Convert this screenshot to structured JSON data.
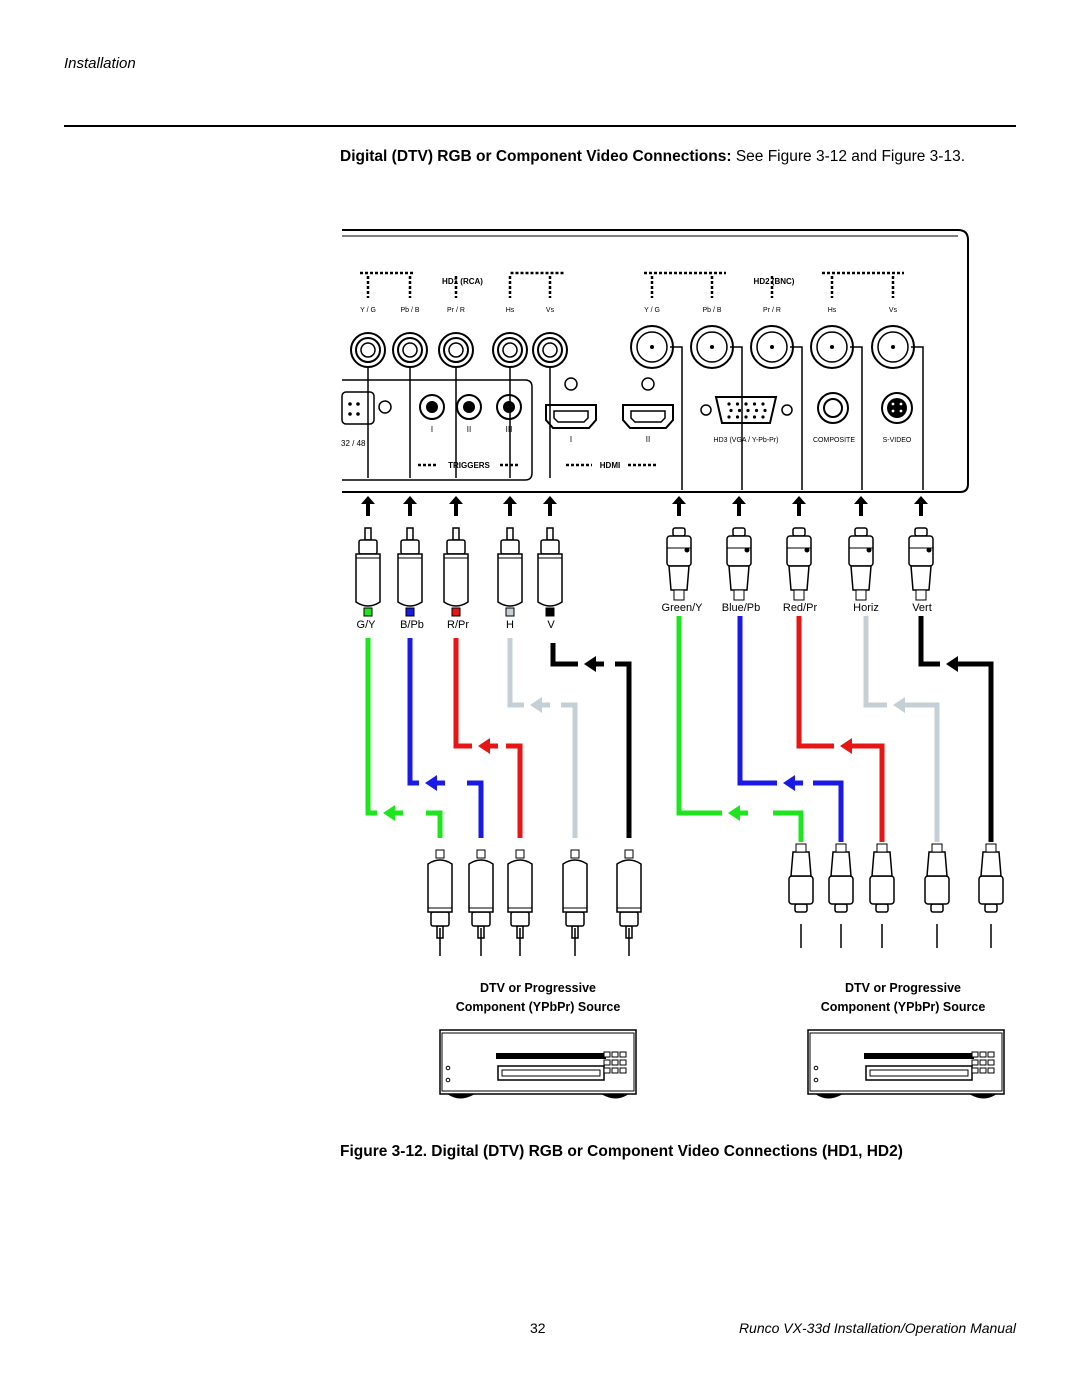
{
  "header": {
    "section": "Installation"
  },
  "intro": {
    "bold": "Digital (DTV) RGB or Component Video Connections:",
    "rest": " See Figure 3-12 and Figure 3-13."
  },
  "panel": {
    "hd1_label": "HD1 (RCA)",
    "hd2_label": "HD2 (BNC)",
    "hd1_ports": [
      "Y / G",
      "Pb / B",
      "Pr / R",
      "Hs",
      "Vs"
    ],
    "hd2_ports": [
      "Y / G",
      "Pb / B",
      "Pr / R",
      "Hs",
      "Vs"
    ],
    "triggers_label": "TRIGGERS",
    "hdmi_label": "HDMI",
    "trigger_marks": [
      "I",
      "II",
      "III"
    ],
    "hdmi_marks": [
      "I",
      "II"
    ],
    "hd3_label": "HD3 (VGA / Y-Pb-Pr)",
    "composite_label": "COMPOSITE",
    "svideo_label": "S-VIDEO",
    "cut_label": "32 / 48"
  },
  "cables": {
    "rca_labels": [
      "G/Y",
      "B/Pb",
      "R/Pr",
      "H",
      "V"
    ],
    "bnc_labels": [
      "Green/Y",
      "Blue/Pb",
      "Red/Pr",
      "Horiz",
      "Vert"
    ]
  },
  "sources": {
    "left_line1": "DTV or Progressive",
    "left_line2": "Component (YPbPr) Source",
    "right_line1": "DTV or Progressive",
    "right_line2": "Component (YPbPr) Source"
  },
  "caption": "Figure 3-12. Digital (DTV) RGB or Component Video Connections (HD1, HD2)",
  "footer": {
    "page": "32",
    "title": "Runco VX-33d Installation/Operation Manual"
  },
  "colors": {
    "green": "#1ee61e",
    "blue": "#1a1ae6",
    "red": "#e81515",
    "lightgray": "#c5d0d6",
    "black": "#000000"
  }
}
